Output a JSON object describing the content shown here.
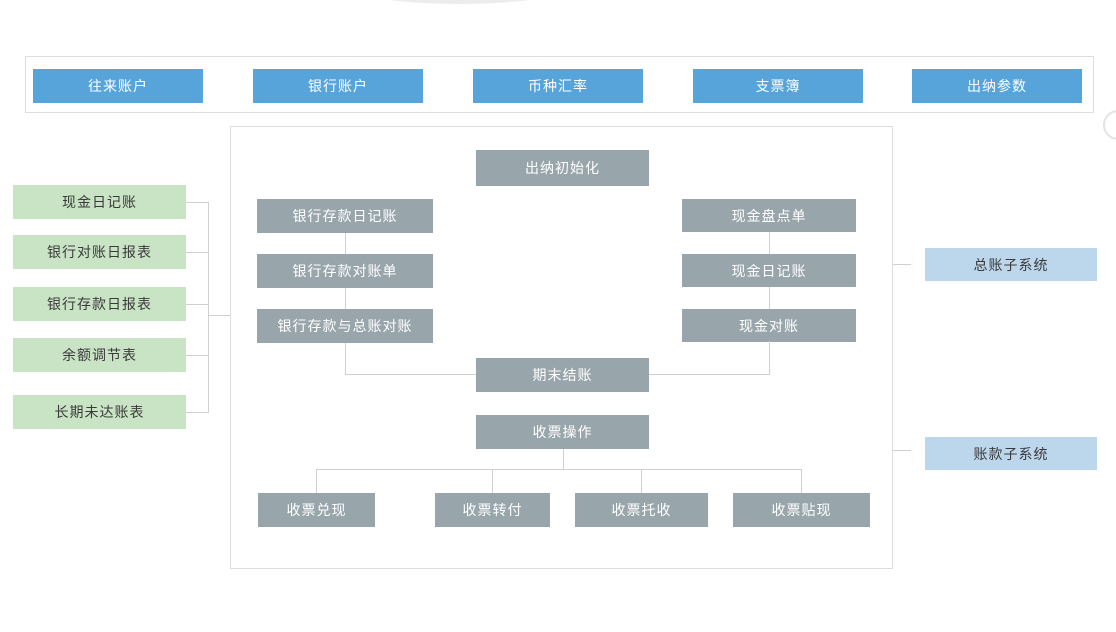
{
  "top_bar": {
    "items": [
      {
        "label": "往来账户"
      },
      {
        "label": "银行账户"
      },
      {
        "label": "币种汇率"
      },
      {
        "label": "支票簿"
      },
      {
        "label": "出纳参数"
      }
    ]
  },
  "left_reports": {
    "items": [
      {
        "label": "现金日记账"
      },
      {
        "label": "银行对账日报表"
      },
      {
        "label": "银行存款日报表"
      },
      {
        "label": "余额调节表"
      },
      {
        "label": "长期未达账表"
      }
    ]
  },
  "main_flow": {
    "init": "出纳初始化",
    "bank_column": [
      {
        "label": "银行存款日记账"
      },
      {
        "label": "银行存款对账单"
      },
      {
        "label": "银行存款与总账对账"
      }
    ],
    "cash_column": [
      {
        "label": "现金盘点单"
      },
      {
        "label": "现金日记账"
      },
      {
        "label": "现金对账"
      }
    ],
    "period_close": "期末结账",
    "receipt_operation": "收票操作",
    "receipt_actions": [
      {
        "label": "收票兑现"
      },
      {
        "label": "收票转付"
      },
      {
        "label": "收票托收"
      },
      {
        "label": "收票贴现"
      }
    ]
  },
  "subsystems": {
    "items": [
      {
        "label": "总账子系统"
      },
      {
        "label": "账款子系统"
      }
    ]
  },
  "colors": {
    "top_box": "#56A4DA",
    "report_box": "#C9E3C5",
    "process_box": "#98A6AC",
    "subsystem_box": "#BCD6EC",
    "panel_border": "#DEDEDE",
    "connector": "#D0D0D0"
  }
}
